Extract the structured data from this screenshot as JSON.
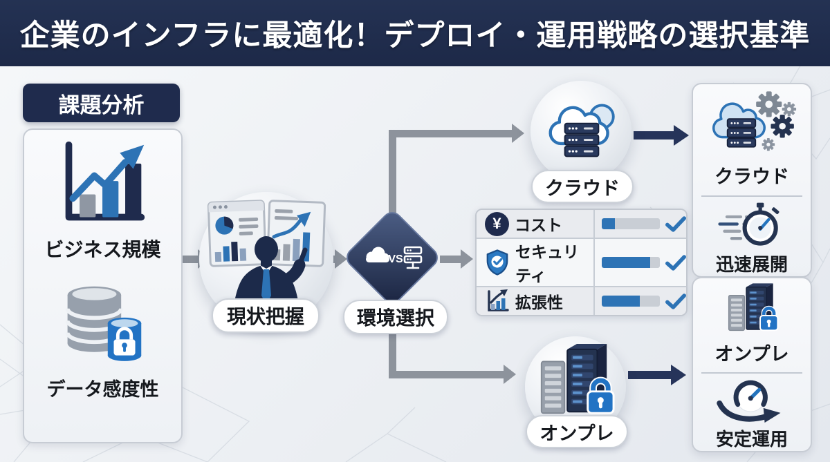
{
  "header": {
    "title": "企業のインフラに最適化！デプロイ・運用戦略の選択基準"
  },
  "analysis": {
    "badge": "課題分析",
    "items": [
      {
        "label": "ビジネス規模",
        "icon": "growth-bar-chart-icon"
      },
      {
        "label": "データ感度性",
        "icon": "database-lock-icon"
      }
    ]
  },
  "flow": {
    "current_state": {
      "label": "現状把握",
      "icon": "analyst-dashboards-icon"
    },
    "selection": {
      "label": "環境選択",
      "vs": "VS",
      "icon": "cloud-vs-server-diamond-icon"
    },
    "cloud_branch": {
      "label": "クラウド",
      "icon": "cloud-servers-icon"
    },
    "onprem_branch": {
      "label": "オンプレ",
      "icon": "server-rack-lock-icon"
    }
  },
  "comparison": {
    "rows": [
      {
        "label": "コスト",
        "icon": "yen-circle-icon",
        "symbol": "¥",
        "fill": "23%",
        "check": true
      },
      {
        "label": "セキュリティ",
        "icon": "shield-check-icon",
        "fill": "83%",
        "check": true
      },
      {
        "label": "拡張性",
        "icon": "scalability-chart-icon",
        "fill": "66%",
        "check": true
      }
    ]
  },
  "results": {
    "cloud": {
      "title": "クラウド",
      "icon": "cloud-gears-icon",
      "benefit": "迅速展開",
      "benefit_icon": "stopwatch-speed-icon"
    },
    "onprem": {
      "title": "オンプレ",
      "icon": "server-rack-lock-icon",
      "benefit": "安定運用",
      "benefit_icon": "gauge-cycle-icon"
    }
  },
  "colors": {
    "navy": "#1f2b4d",
    "blue_accent": "#2d73b5",
    "lock_blue": "#2273c4",
    "gray_arrow": "#8d939c",
    "dark_arrow": "#26345a",
    "bar_track": "#c9ced5",
    "background": "#eef0f4"
  }
}
